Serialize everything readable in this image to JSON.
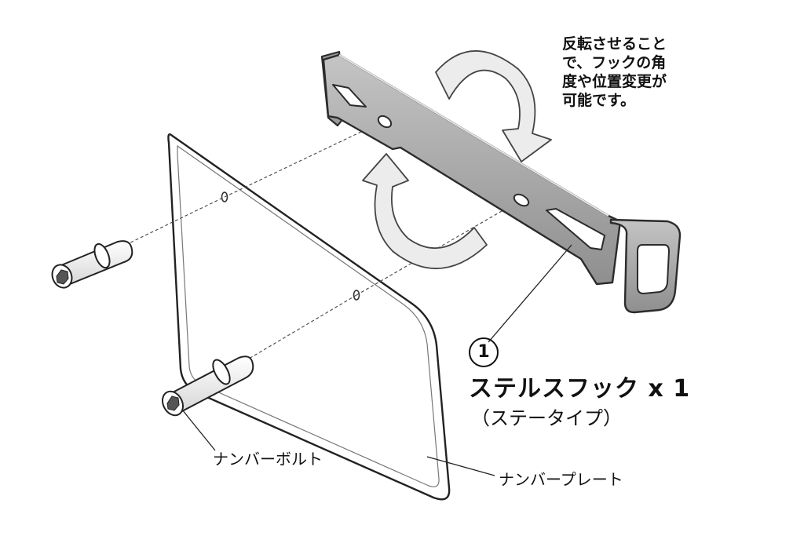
{
  "annotations": {
    "rotate_note_lines": [
      "反転させること",
      "で、フックの角",
      "度や位置変更が",
      "可能です。"
    ],
    "callout_number": "1",
    "part_name": "ステルスフック x 1",
    "part_type": "（ステータイプ）",
    "bolt_label": "ナンバーボルト",
    "plate_label": "ナンバープレート"
  },
  "colors": {
    "bracket_fill": "#a6a6a6",
    "bracket_edge": "#2b2b2b",
    "arrow_fill": "#ececec",
    "line": "#222222"
  },
  "icons": {
    "rotation_arrows": "curved-rotate-arrow",
    "bolt": "hex-socket-bolt"
  }
}
